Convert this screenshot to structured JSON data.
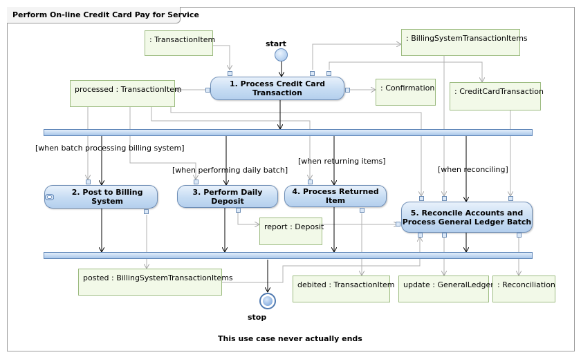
{
  "diagram": {
    "title": "Perform On-line Credit Card Pay for Service",
    "note": "This use case never actually ends",
    "start_label": "start",
    "stop_label": "stop"
  },
  "actions": {
    "process_cc": "1. Process Credit Card Transaction",
    "billing": "2. Post to Billing System",
    "deposit": "3. Perform Daily Deposit",
    "returned": "4. Process Returned Item",
    "reconcile_line1": "5. Reconcile Accounts and",
    "reconcile_line2": "Process General Ledger Batch"
  },
  "objects": {
    "transaction_item": ": TransactionItem",
    "billing_items": ": BillingSystemTransactionItems",
    "processed": "processed : TransactionItem",
    "confirmation": ": Confirmation",
    "cc_transaction": ": CreditCardTransaction",
    "report": "report : Deposit",
    "posted": "posted : BillingSystemTransactionItems",
    "debited": "debited : TransactionItem",
    "update": "update : GeneralLedger",
    "reconciliation": ": Reconciliation"
  },
  "guards": {
    "batch": "[when batch processing billing system]",
    "daily": "[when performing daily batch]",
    "returning": "[when returning items]",
    "reconciling": "[when reconciling]"
  },
  "icons": {
    "title": "activity-diagram-icon",
    "subactivity": "subactivity-icon"
  },
  "colors": {
    "action_border": "#6e8eb6",
    "object_fill": "#f2f9e8",
    "object_border": "#9cbb80",
    "control_flow": "#000000",
    "object_flow": "#b0b0b0"
  }
}
